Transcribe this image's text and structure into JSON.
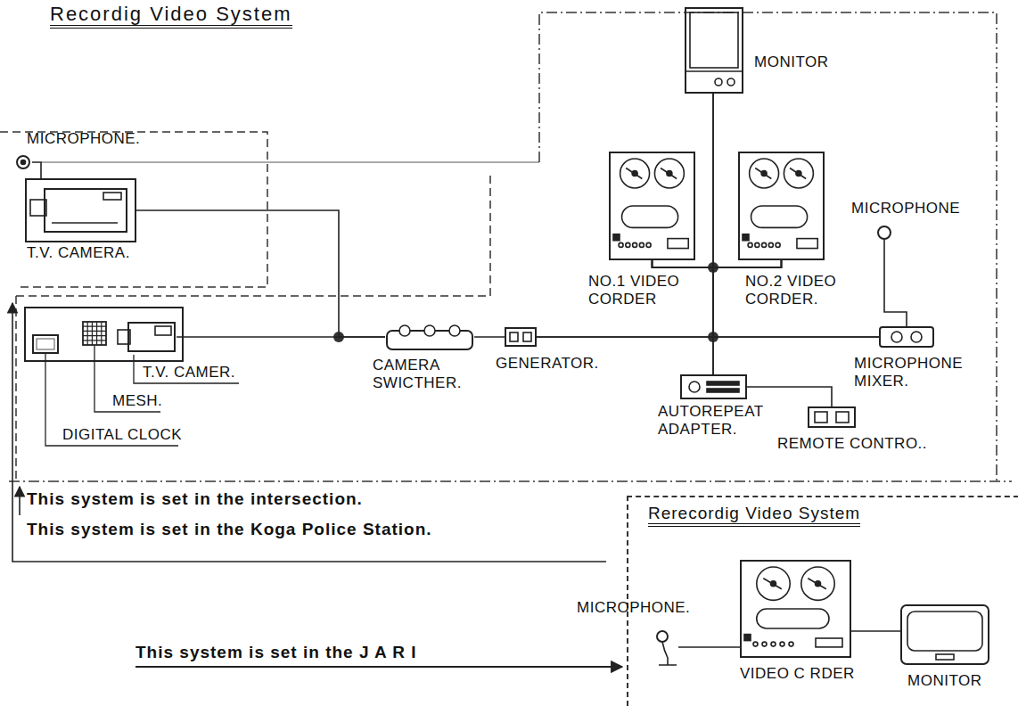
{
  "diagram": {
    "title": "Recordig Video System",
    "nodes": [
      {
        "text": [
          "MICROPHONE."
        ]
      },
      {
        "text": [
          "T.V. CAMERA."
        ]
      },
      {
        "text": [
          "DIGITAL CLOCK"
        ]
      },
      {
        "text": [
          "MESH."
        ]
      },
      {
        "text": [
          "T.V. CAMER."
        ]
      },
      {
        "text": [
          "CAMERA SWICTHER."
        ]
      },
      {
        "text": [
          "GENERATOR."
        ]
      },
      {
        "text": [
          "MONITOR"
        ]
      },
      {
        "text": [
          "NO.1 VIDEO CORDER"
        ]
      },
      {
        "text": [
          "NO.2 VIDEO CORDER."
        ]
      },
      {
        "text": [
          "MICROPHONE"
        ]
      },
      {
        "text": [
          "MICROPHONE MIXER."
        ]
      },
      {
        "text": [
          "AUTOREPEAT ADAPTER."
        ]
      },
      {
        "text": [
          "REMOTE CONTRO.."
        ]
      },
      {
        "text": [
          "Rerecordig Video System"
        ]
      },
      {
        "text": [
          "MICROPHONE."
        ],
        "in": 14
      },
      {
        "text": [
          "VIDEO C RDER"
        ],
        "in": 14
      },
      {
        "text": [
          "MONITOR"
        ],
        "in": 14
      }
    ],
    "edges": [
      {
        "from": 0,
        "to": 1,
        "arrow": "none"
      },
      {
        "from": 1,
        "to": 5,
        "arrow": "none"
      },
      {
        "from": 4,
        "to": 5,
        "arrow": "none"
      },
      {
        "from": 5,
        "to": 6,
        "arrow": "none"
      },
      {
        "from": 6,
        "to": 8,
        "arrow": "none"
      },
      {
        "from": 6,
        "to": 9,
        "arrow": "none"
      },
      {
        "from": 11,
        "to": 8,
        "arrow": "none"
      },
      {
        "from": 11,
        "to": 9,
        "arrow": "none"
      },
      {
        "from": 12,
        "to": 8,
        "arrow": "none"
      },
      {
        "from": 12,
        "to": 9,
        "arrow": "none"
      },
      {
        "from": 8,
        "to": 7,
        "arrow": "none"
      },
      {
        "from": 9,
        "to": 7,
        "arrow": "none"
      },
      {
        "from": 12,
        "to": 13,
        "arrow": "none"
      },
      {
        "from": 10,
        "to": 11,
        "arrow": "none"
      },
      {
        "from": 15,
        "to": 16,
        "arrow": "none"
      },
      {
        "from": 16,
        "to": 17,
        "arrow": "none"
      }
    ],
    "labels": [
      "This system is set in the intersection.",
      "This system is set in the Koga Police Station.",
      "This system is set in the J A R I"
    ]
  }
}
